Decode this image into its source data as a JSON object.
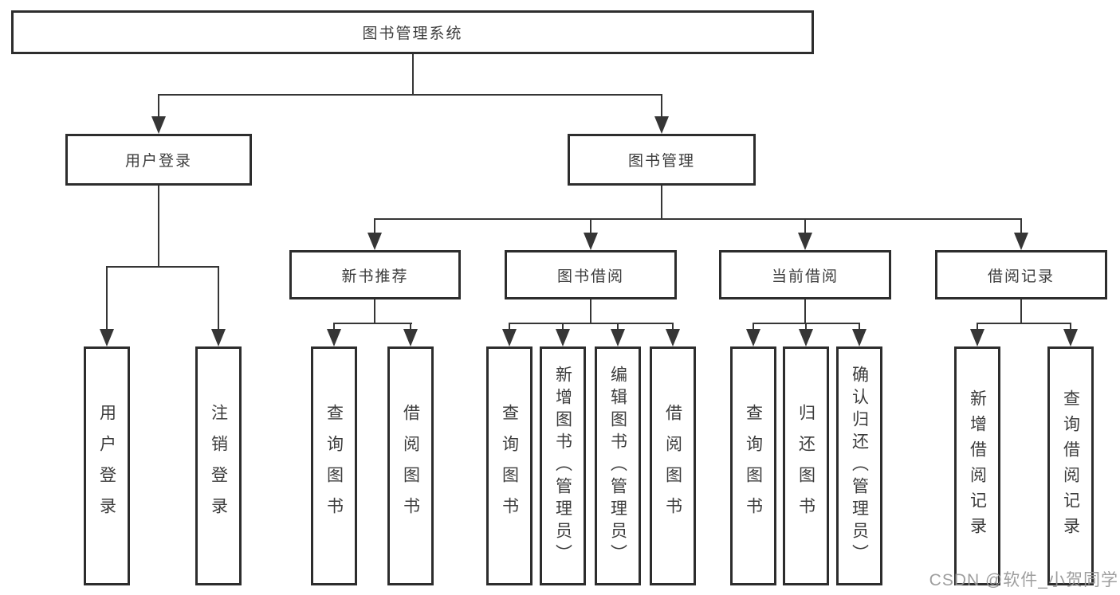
{
  "diagram": {
    "title": "图书管理系统",
    "root": {
      "label": "图书管理系统"
    },
    "branches": [
      {
        "label": "用户登录",
        "children": [
          {
            "label": "用户登录"
          },
          {
            "label": "注销登录"
          }
        ]
      },
      {
        "label": "图书管理",
        "children": [
          {
            "label": "新书推荐",
            "children": [
              {
                "label": "查询图书"
              },
              {
                "label": "借阅图书"
              }
            ]
          },
          {
            "label": "图书借阅",
            "children": [
              {
                "label": "查询图书"
              },
              {
                "label": "新增图书（管理员）"
              },
              {
                "label": "编辑图书（管理员）"
              },
              {
                "label": "借阅图书"
              }
            ]
          },
          {
            "label": "当前借阅",
            "children": [
              {
                "label": "查询图书"
              },
              {
                "label": "归还图书"
              },
              {
                "label": "确认归还（管理员）"
              }
            ]
          },
          {
            "label": "借阅记录",
            "children": [
              {
                "label": "新增借阅记录"
              },
              {
                "label": "查询借阅记录"
              }
            ]
          }
        ]
      }
    ],
    "line_color": "#363636",
    "border_color": "#2d2d2d",
    "text_color": "#3c3c3c"
  },
  "watermark": {
    "text": "CSDN @软件_小贺同学",
    "color": "#969696"
  }
}
